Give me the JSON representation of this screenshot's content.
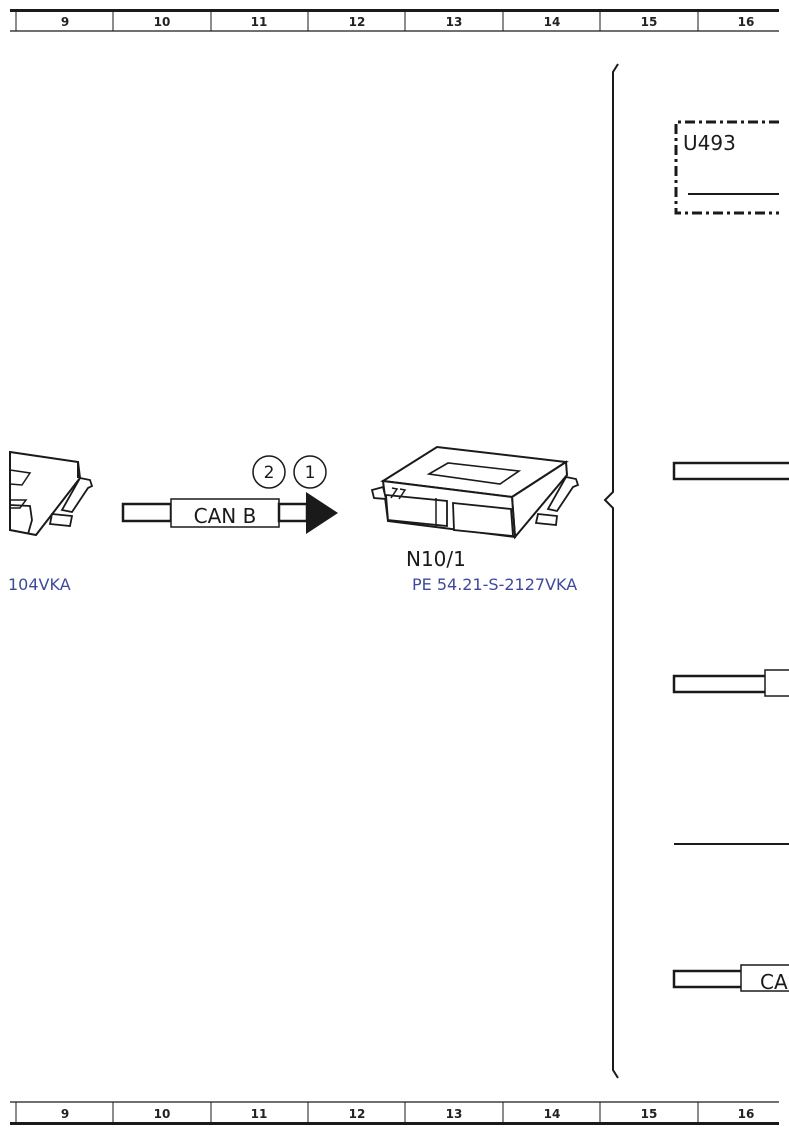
{
  "ruler": {
    "columns": [
      "9",
      "10",
      "11",
      "12",
      "13",
      "14",
      "15",
      "16"
    ]
  },
  "components": {
    "u493": {
      "label": "U493"
    },
    "n10_1": {
      "label": "N10/1",
      "ref": "PE 54.21-S-2127VKA"
    },
    "left_module": {
      "ref_partial": "104VKA"
    }
  },
  "connection": {
    "bus_label": "CAN B",
    "markers": [
      "2",
      "1"
    ],
    "right_partial_label": "CA"
  },
  "colors": {
    "line": "#1a1a1a",
    "reference_text": "#3d4a9a"
  }
}
